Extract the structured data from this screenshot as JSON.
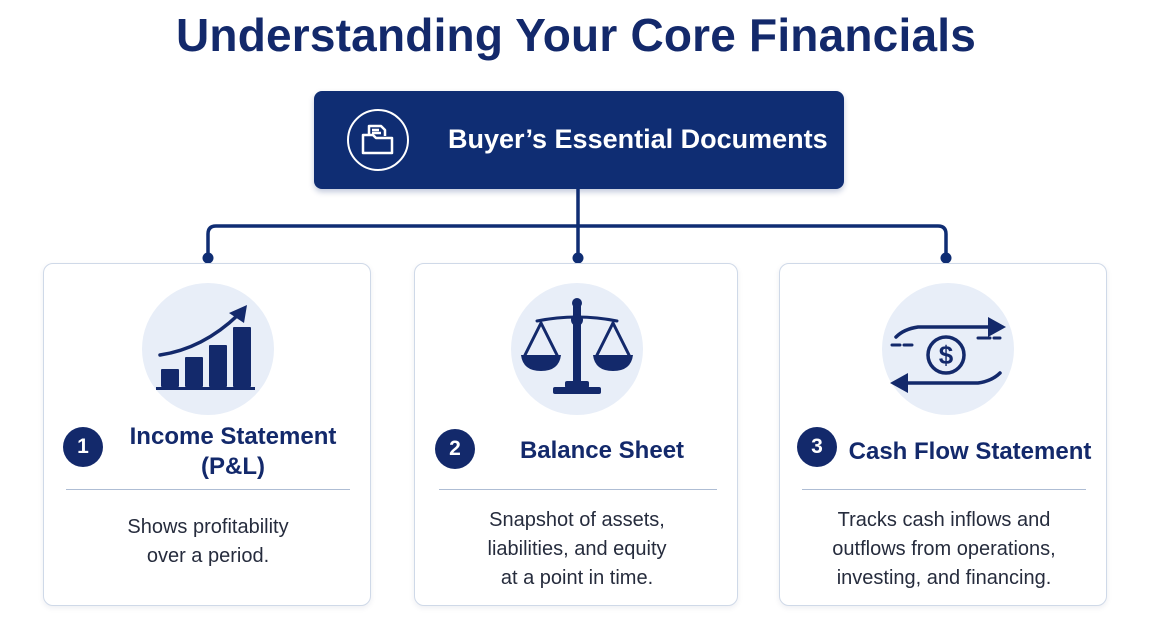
{
  "title": "Understanding Your Core Financials",
  "hub": {
    "label": "Buyer’s Essential Documents",
    "icon": "folder-document-icon"
  },
  "colors": {
    "navy": "#0f2d73",
    "icon_bg": "#e8eef8",
    "card_border": "#cfd9e8"
  },
  "cards": [
    {
      "number": "1",
      "title_line1": "Income Statement",
      "title_line2": "(P&L)",
      "icon": "growth-chart-icon",
      "desc_line1": "Shows profitability",
      "desc_line2": "over a period."
    },
    {
      "number": "2",
      "title": "Balance Sheet",
      "icon": "balance-scale-icon",
      "desc_line1": "Snapshot of assets,",
      "desc_line2": "liabilities, and equity",
      "desc_line3": "at a point in time."
    },
    {
      "number": "3",
      "title": "Cash Flow Statement",
      "icon": "cash-flow-icon",
      "desc_line1": "Tracks cash inflows and",
      "desc_line2": "outflows from operations,",
      "desc_line3": "investing, and financing."
    }
  ]
}
